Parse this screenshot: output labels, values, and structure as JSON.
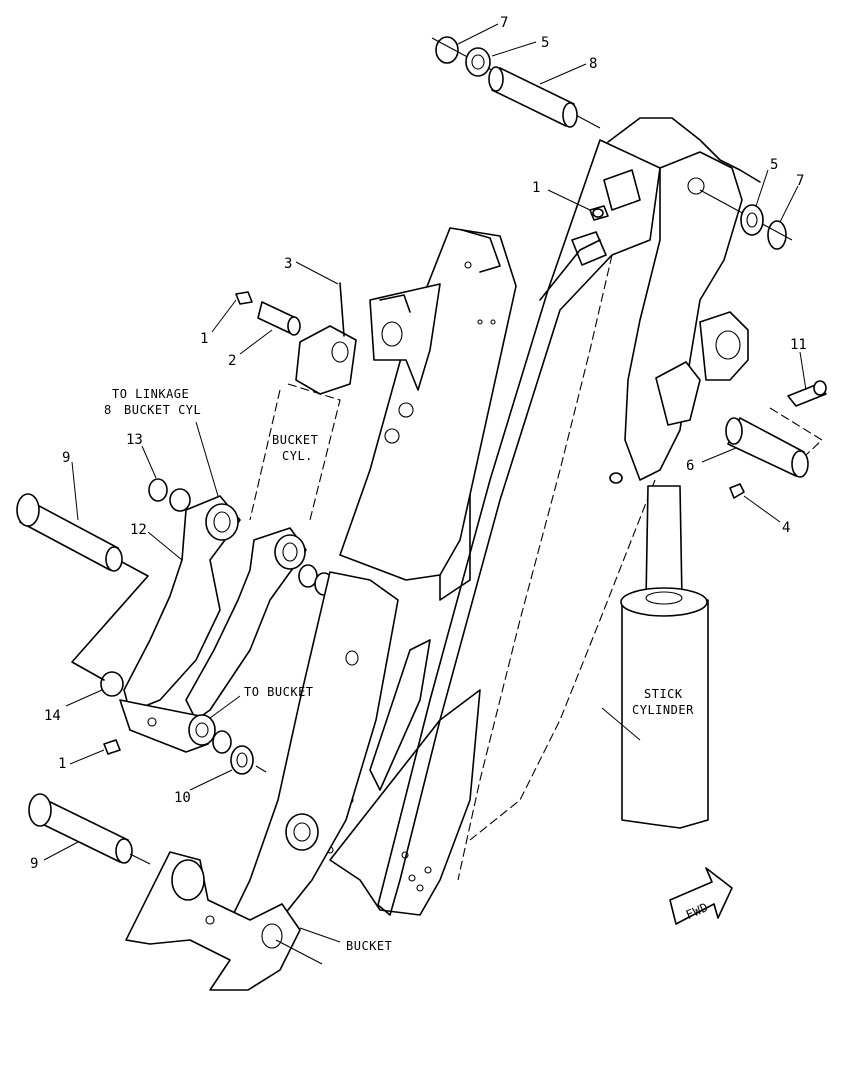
{
  "callouts": {
    "c7_top": "7",
    "c5_top": "5",
    "c8_top": "8",
    "c5_right": "5",
    "c7_right": "7",
    "c1_top": "1",
    "c3": "3",
    "c1_left": "1",
    "c2": "2",
    "c11": "11",
    "c9_top": "9",
    "c13": "13",
    "c12": "12",
    "c6": "6",
    "c4": "4",
    "c14": "14",
    "c1_bottom": "1",
    "c10": "10",
    "c9_bottom": "9"
  },
  "labels": {
    "to_linkage": "TO LINKAGE",
    "bucket_cyl_linkage": "BUCKET CYL",
    "bucket_cyl_1": "BUCKET",
    "bucket_cyl_2": "CYL.",
    "to_bucket": "TO BUCKET",
    "stick_cylinder_1": "STICK",
    "stick_cylinder_2": "CYLINDER",
    "bucket": "BUCKET",
    "fwd": "FWD"
  }
}
